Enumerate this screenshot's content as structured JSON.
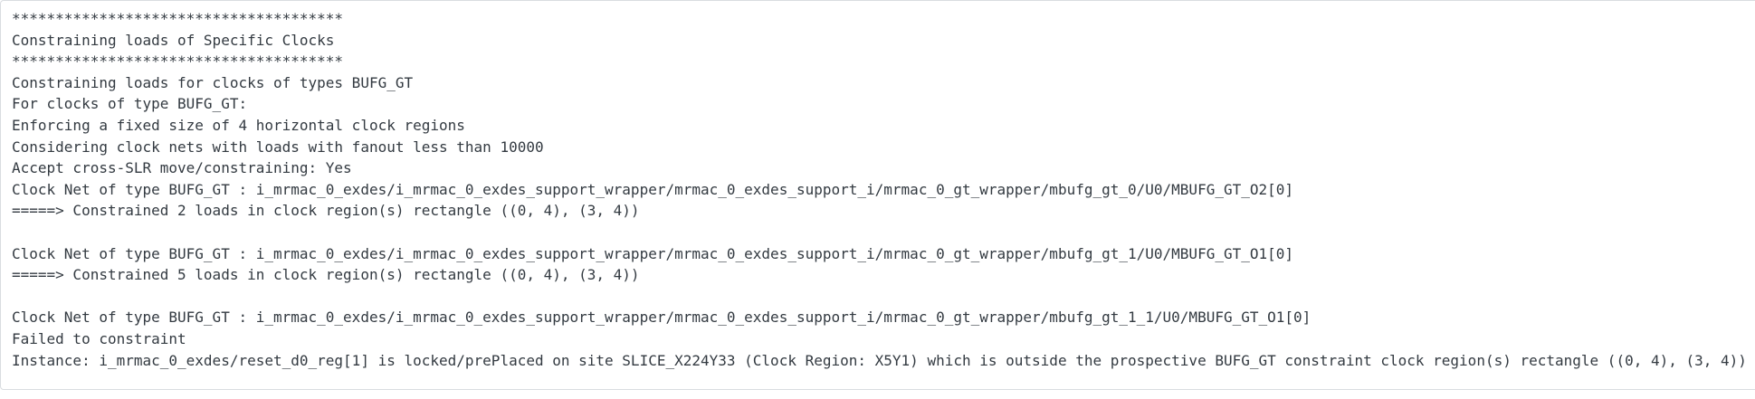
{
  "log": {
    "lines": [
      "**************************************",
      "Constraining loads of Specific Clocks",
      "**************************************",
      "Constraining loads for clocks of types BUFG_GT",
      "For clocks of type BUFG_GT:",
      "Enforcing a fixed size of 4 horizontal clock regions",
      "Considering clock nets with loads with fanout less than 10000",
      "Accept cross-SLR move/constraining: Yes",
      "Clock Net of type BUFG_GT : i_mrmac_0_exdes/i_mrmac_0_exdes_support_wrapper/mrmac_0_exdes_support_i/mrmac_0_gt_wrapper/mbufg_gt_0/U0/MBUFG_GT_O2[0]",
      "=====> Constrained 2 loads in clock region(s) rectangle ((0, 4), (3, 4))",
      "",
      "Clock Net of type BUFG_GT : i_mrmac_0_exdes/i_mrmac_0_exdes_support_wrapper/mrmac_0_exdes_support_i/mrmac_0_gt_wrapper/mbufg_gt_1/U0/MBUFG_GT_O1[0]",
      "=====> Constrained 5 loads in clock region(s) rectangle ((0, 4), (3, 4))",
      "",
      "Clock Net of type BUFG_GT : i_mrmac_0_exdes/i_mrmac_0_exdes_support_wrapper/mrmac_0_exdes_support_i/mrmac_0_gt_wrapper/mbufg_gt_1_1/U0/MBUFG_GT_O1[0]",
      "Failed to constraint",
      "Instance: i_mrmac_0_exdes/reset_d0_reg[1] is locked/prePlaced on site SLICE_X224Y33 (Clock Region: X5Y1) which is outside the prospective BUFG_GT constraint clock region(s) rectangle ((0, 4), (3, 4))"
    ],
    "colors": {
      "text": "#333a41",
      "border": "#d9dce0",
      "background": "#ffffff"
    }
  }
}
